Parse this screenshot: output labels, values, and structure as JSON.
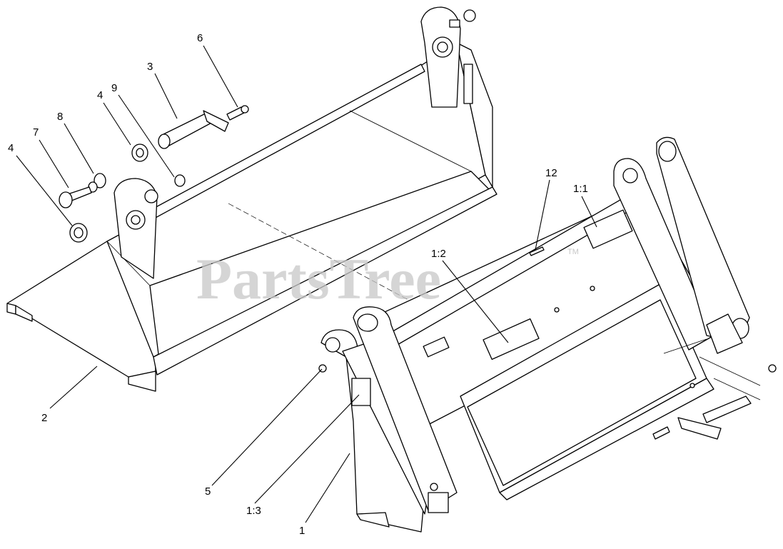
{
  "diagram": {
    "watermark": "PartsTree",
    "watermark_tm": "TM",
    "callouts": {
      "c1": "1",
      "c1_1": "1:1",
      "c1_2": "1:2",
      "c1_3": "1:3",
      "c2": "2",
      "c3": "3",
      "c4a": "4",
      "c4b": "4",
      "c5": "5",
      "c6": "6",
      "c7": "7",
      "c8": "8",
      "c9": "9",
      "c12": "12"
    }
  }
}
